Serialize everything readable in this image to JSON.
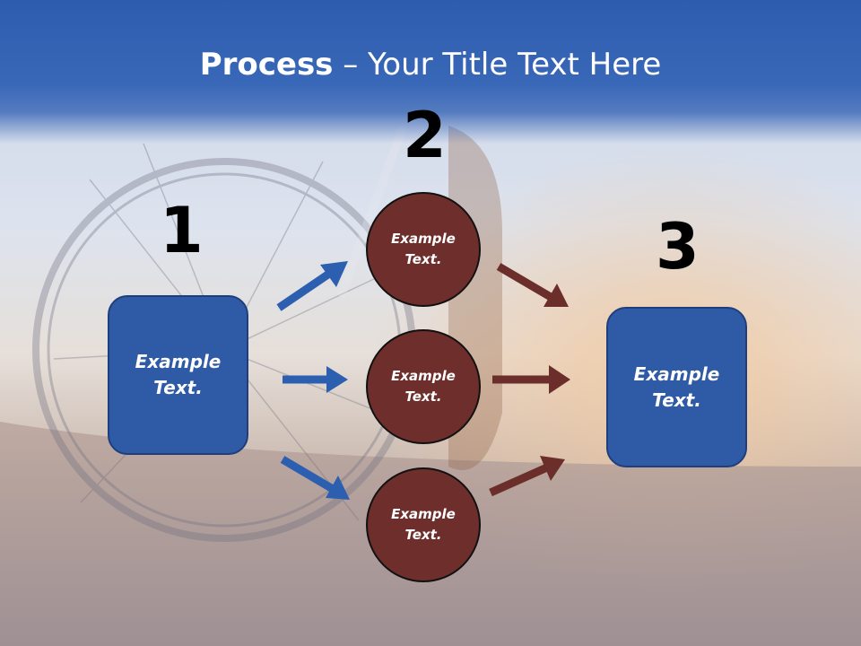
{
  "title": {
    "bold": "Process",
    "rest": " – Your Title Text Here"
  },
  "steps": {
    "one": "1",
    "two": "2",
    "three": "3"
  },
  "boxes": {
    "left": "Example Text.",
    "right": "Example Text."
  },
  "circles": {
    "top": "Example Text.",
    "middle": "Example Text.",
    "bottom": "Example Text."
  },
  "colors": {
    "blue": "#2f5aa6",
    "brown": "#6e2f2c",
    "blue_arrow": "#2d5fb0",
    "brown_arrow": "#6b2e2b"
  }
}
